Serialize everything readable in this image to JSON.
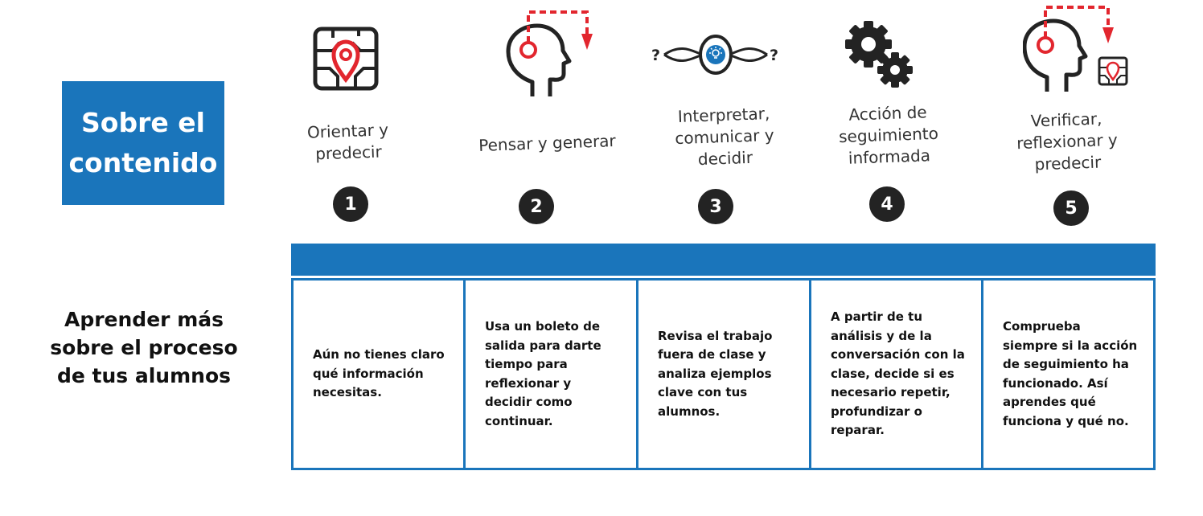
{
  "left": {
    "content_box": [
      "Sobre el",
      "contenido"
    ],
    "process_text": [
      "Aprender más",
      "sobre el proceso",
      "de tus alumnos"
    ]
  },
  "colors": {
    "blue": "#1a75bb",
    "red": "#e2262e",
    "dark": "#232323"
  },
  "steps": [
    {
      "icon": "map-pin-icon",
      "label": [
        "Orientar y",
        "predecir"
      ],
      "number": "1"
    },
    {
      "icon": "head-think-arrow-icon",
      "label": [
        "Pensar y generar"
      ],
      "number": "2"
    },
    {
      "icon": "eye-lightbulb-icon",
      "label": [
        "Interpretar,",
        "comunicar y",
        "decidir"
      ],
      "number": "3"
    },
    {
      "icon": "gears-icon",
      "label": [
        "Acción de",
        "seguimiento",
        "informada"
      ],
      "number": "4"
    },
    {
      "icon": "head-map-arrow-icon",
      "label": [
        "Verificar,",
        "reflexionar y",
        "predecir"
      ],
      "number": "5"
    }
  ],
  "eye_marks": {
    "left": "?",
    "right": "?"
  },
  "table_cells": [
    "Aún no tienes claro qué información necesitas.",
    "Usa un boleto de salida para darte tiempo para reflexionar y decidir como continuar.",
    "Revisa el trabajo fuera de clase y analiza ejemplos clave con tus alumnos.",
    "A partir de tu análisis y de la conversación con la clase, decide si es necesario repetir, profundizar o reparar.",
    "Comprueba siempre si la acción de seguimiento ha funcionado. Así aprendes qué funciona y qué no."
  ]
}
